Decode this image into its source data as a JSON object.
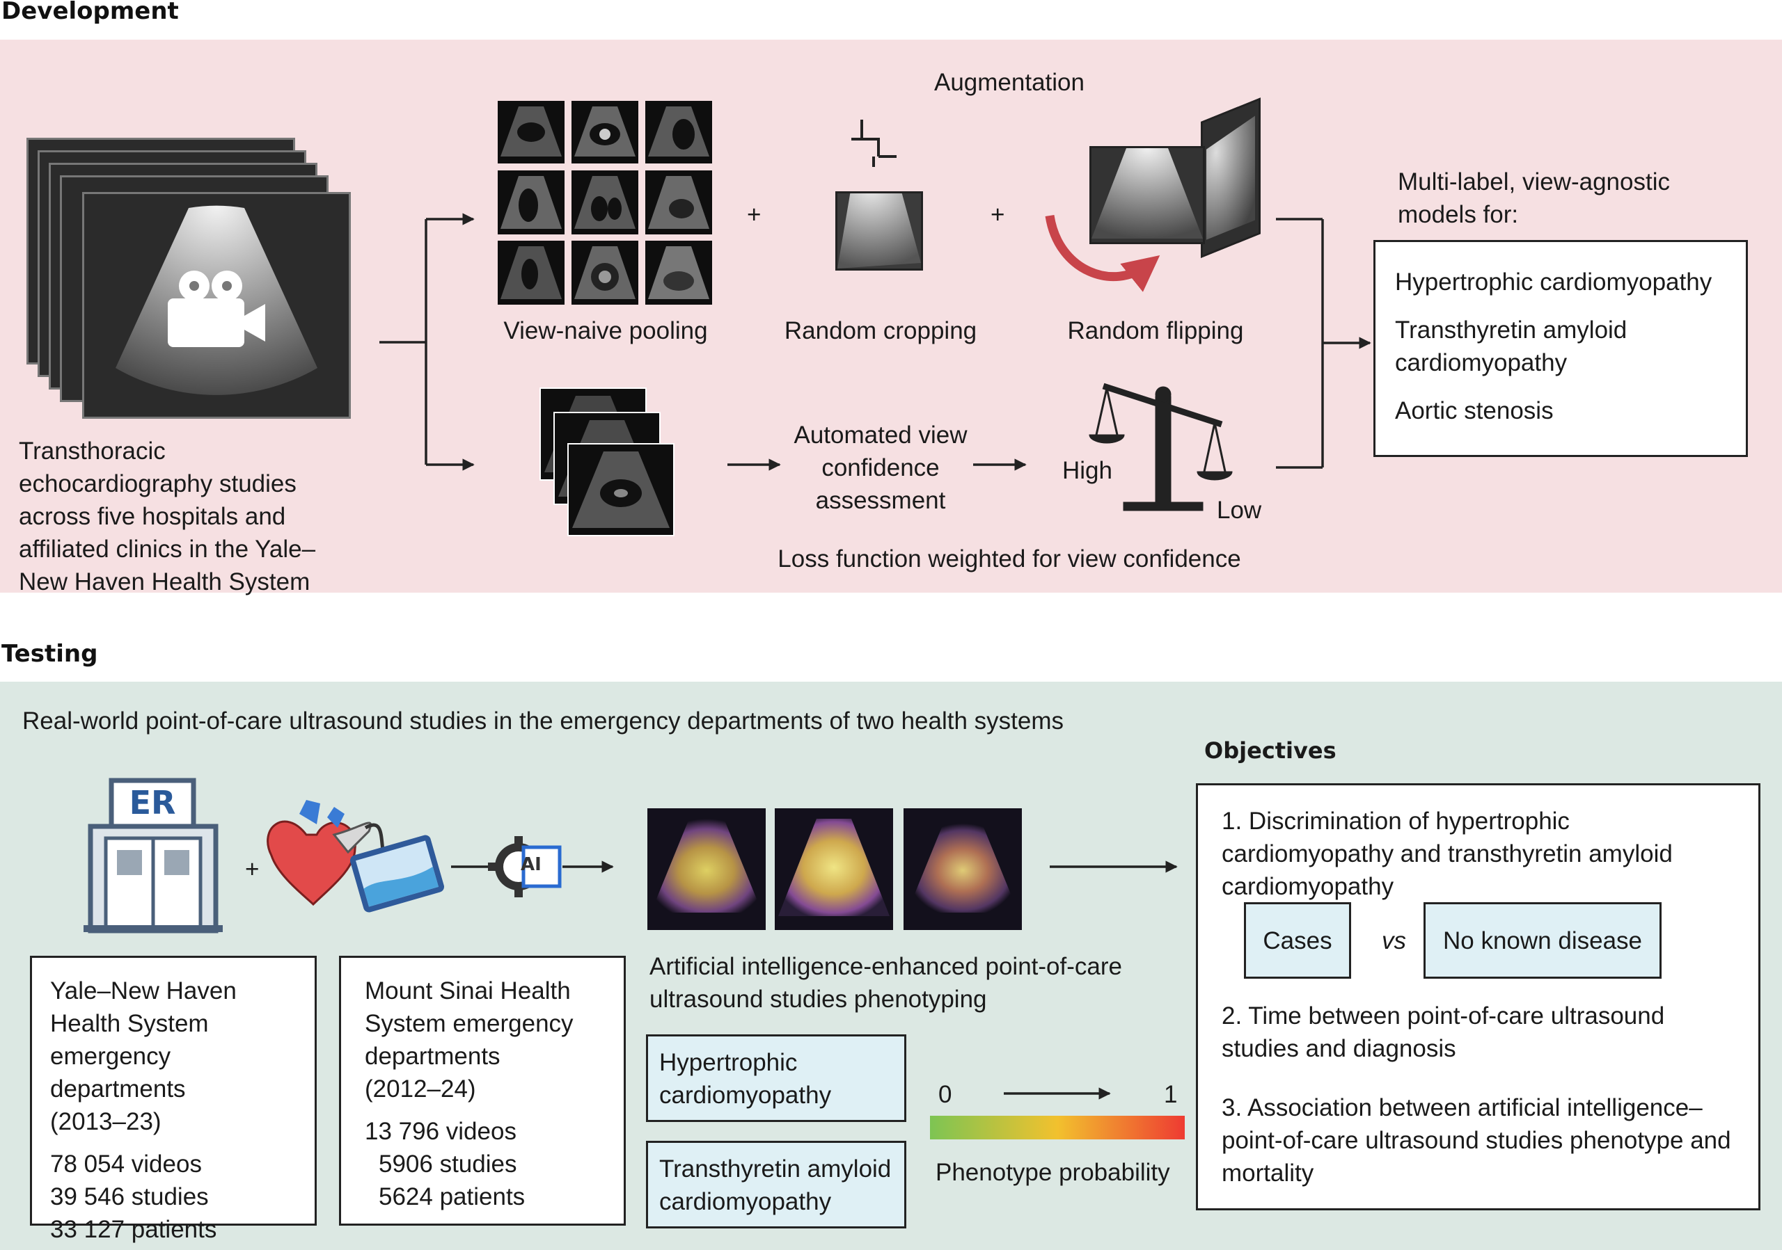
{
  "development": {
    "heading": "Development",
    "source_text": "Transthoracic echocardiography studies across five hospitals and affiliated clinics in the Yale–New Haven Health System",
    "augmentation_label": "Augmentation",
    "view_naive_label": "View-naive pooling",
    "random_cropping_label": "Random cropping",
    "random_flipping_label": "Random flipping",
    "plus_1": "+",
    "plus_2": "+",
    "confidence_label": "Automated view confidence assessment",
    "high_label": "High",
    "low_label": "Low",
    "loss_label": "Loss function weighted for view confidence",
    "models_title": "Multi-label, view-agnostic models for:",
    "models": [
      "Hypertrophic cardiomyopathy",
      "Transthyretin amyloid cardiomyopathy",
      "Aortic stenosis"
    ]
  },
  "testing": {
    "heading": "Testing",
    "intro": "Real-world point-of-care ultrasound studies in the emergency departments of two health systems",
    "er_sign": "ER",
    "ai_chip": "AI",
    "plus": "+",
    "yale": {
      "name": "Yale–New Haven Health System emergency departments",
      "years": "(2013–23)",
      "videos": "78 054 videos",
      "studies": "39 546 studies",
      "patients": "33 127 patients"
    },
    "sinai": {
      "name": "Mount Sinai Health System emergency departments",
      "years": "(2012–24)",
      "videos": "13 796 videos",
      "studies": "5906 studies",
      "patients": "5624 patients"
    },
    "phenotyping_label": "Artificial intelligence-enhanced point-of-care ultrasound studies phenotyping",
    "hcm_label": "Hypertrophic cardiomyopathy",
    "attr_label": "Transthyretin amyloid cardiomyopathy",
    "scale_min": "0",
    "scale_max": "1",
    "scale_label": "Phenotype probability",
    "objectives_title": "Objectives",
    "objective_1": "1. Discrimination of hypertrophic cardiomyopathy and transthyretin amyloid cardiomyopathy",
    "cases_label": "Cases",
    "vs_label": "vs",
    "no_disease_label": "No known disease",
    "objective_2": "2. Time between point-of-care ultrasound studies and diagnosis",
    "objective_3": "3. Association between artificial intelligence–point-of-care ultrasound studies phenotype and mortality"
  },
  "colors": {
    "dev_panel": "#f6e0e2",
    "test_panel": "#dce8e3",
    "label_box": "#dff0f5",
    "flip_arrow": "#c8444a",
    "gradient": [
      "#7dc453",
      "#f2c12e",
      "#ee3b32"
    ]
  }
}
